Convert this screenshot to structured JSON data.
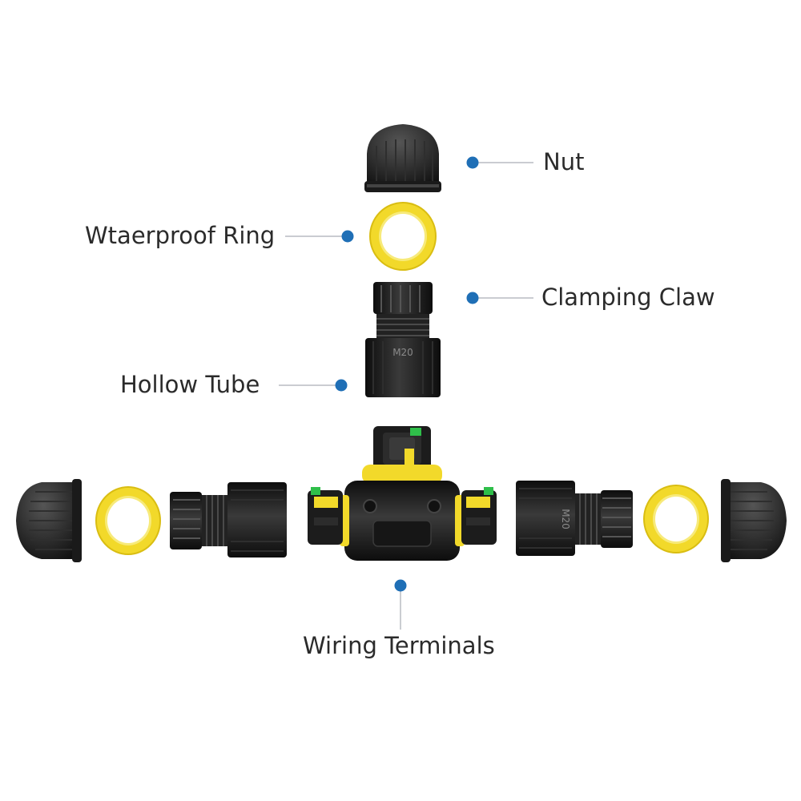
{
  "labels": {
    "nut": "Nut",
    "waterproof_ring": "Wtaerproof Ring",
    "clamping_claw": "Clamping Claw",
    "hollow_tube": "Hollow Tube",
    "wiring_terminals": "Wiring Terminals"
  },
  "part_markings": {
    "thread_size": "M20"
  },
  "colors": {
    "dot": "#1f6fb6",
    "leader": "#b8bcc2",
    "yellow": "#f2d92a",
    "black": "#1a1a1a",
    "text": "#2b2b2b",
    "green": "#2fbf4a"
  }
}
